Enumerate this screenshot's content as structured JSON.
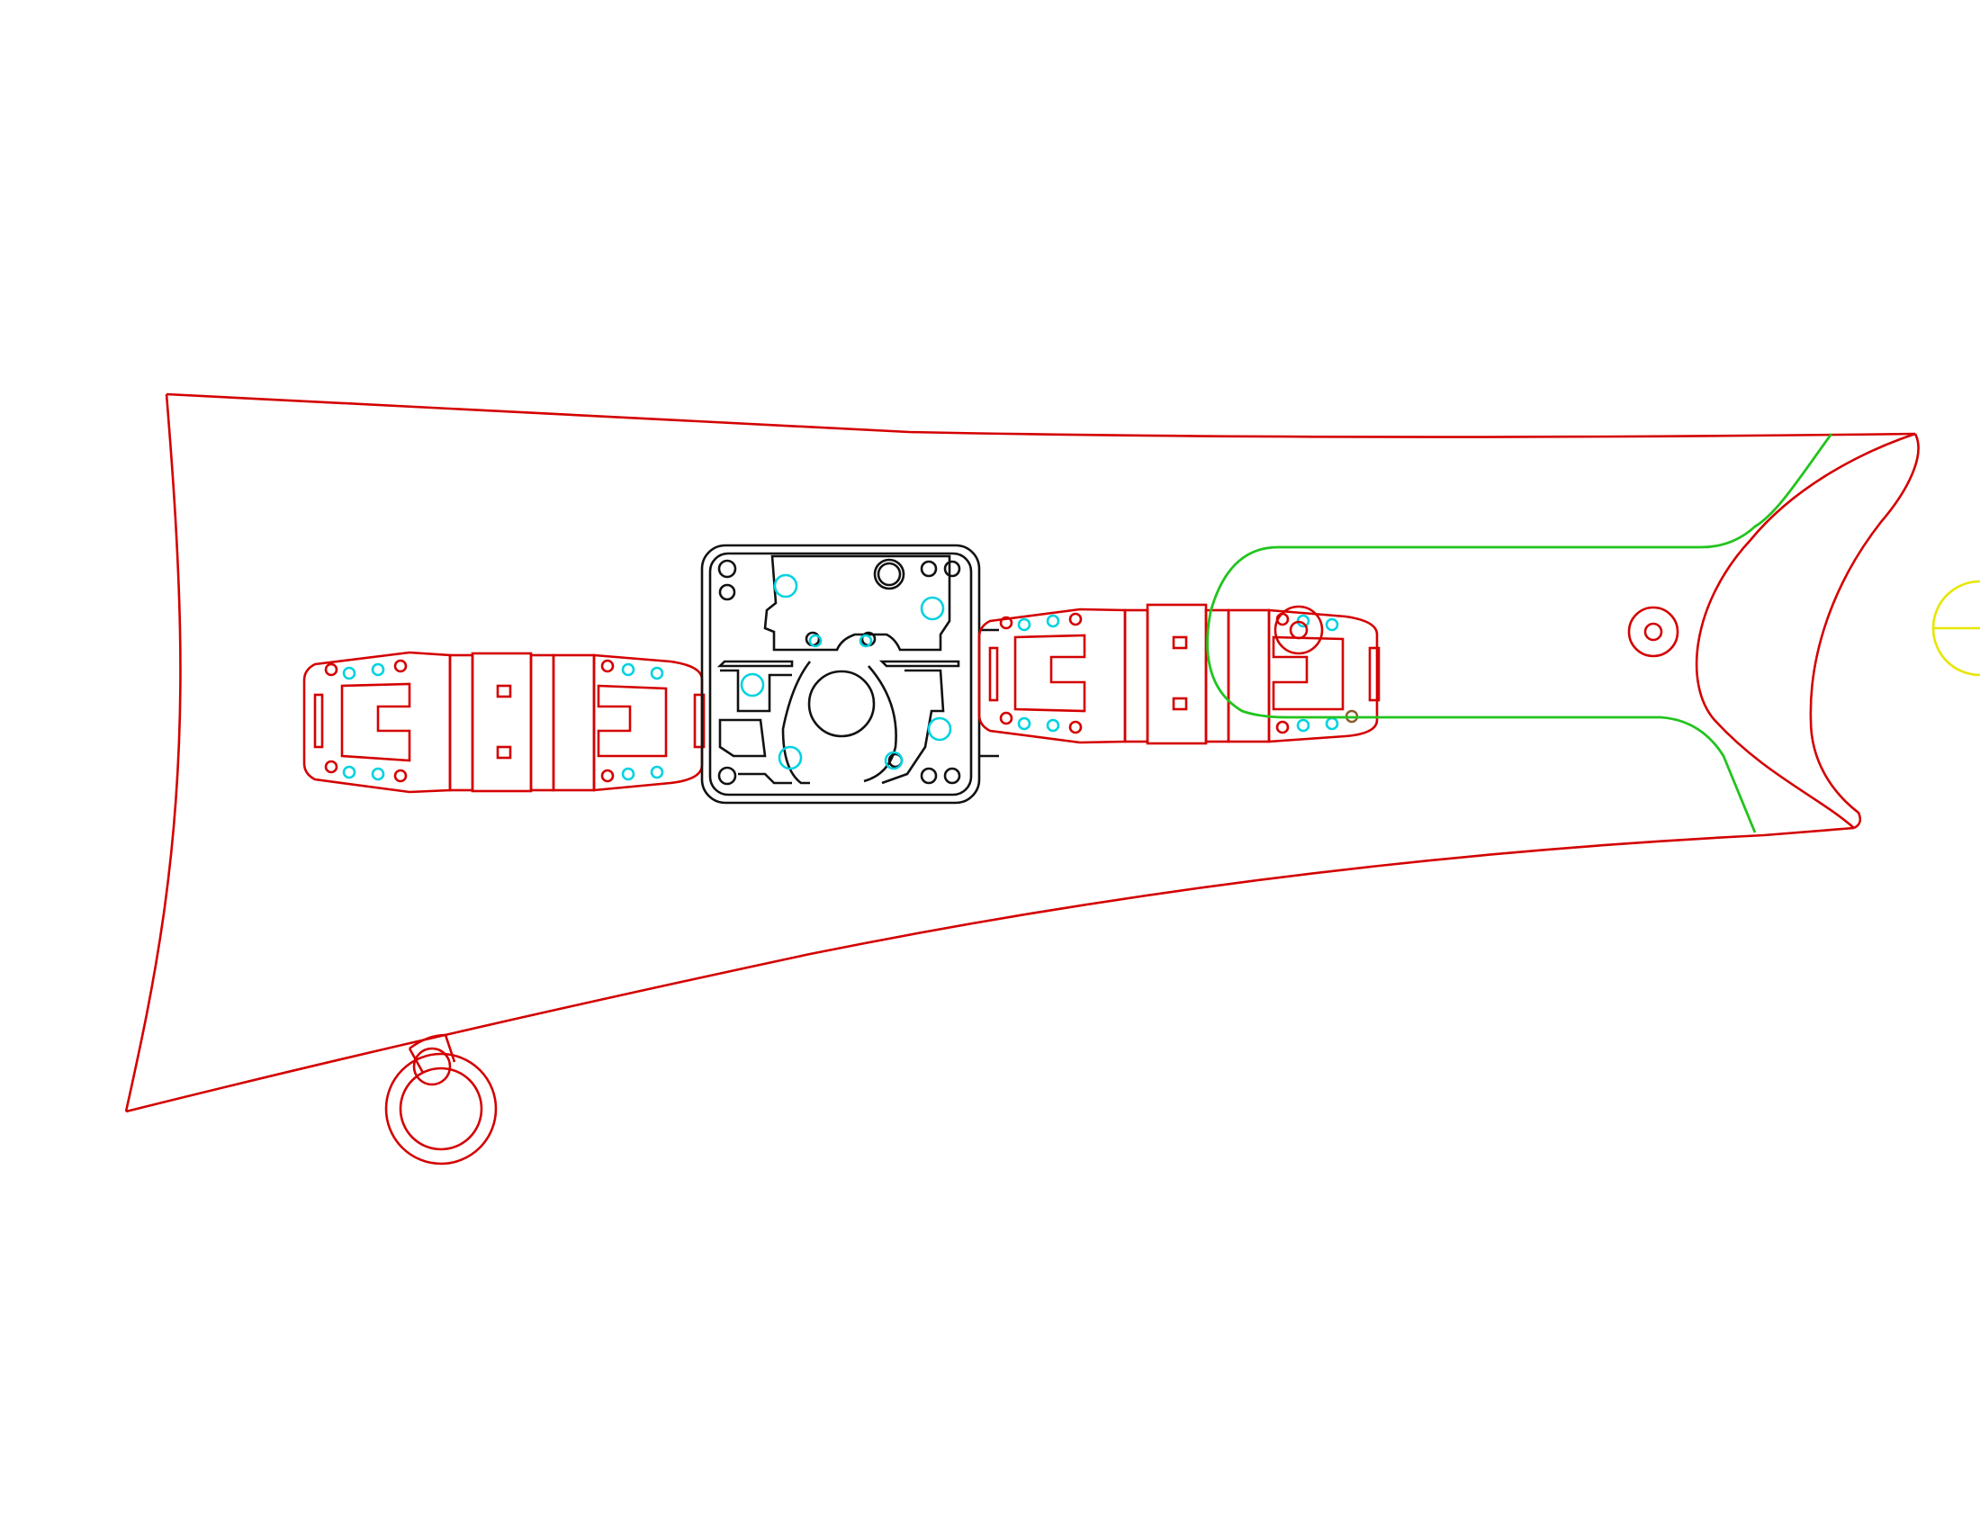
{
  "drawing": {
    "layers": {
      "outline": "#d40000",
      "mechanism": "#111111",
      "holes": "#00d2e0",
      "channel": "#22c41e",
      "marker": "#e6e600",
      "pin": "#8a5a2b"
    },
    "parts": [
      "stock-outline",
      "sling-swivel",
      "left-hinge-assembly",
      "trigger-mechanism-plate",
      "right-hinge-assembly",
      "inlet-channel",
      "butt-hole",
      "crosshair-marker"
    ]
  }
}
